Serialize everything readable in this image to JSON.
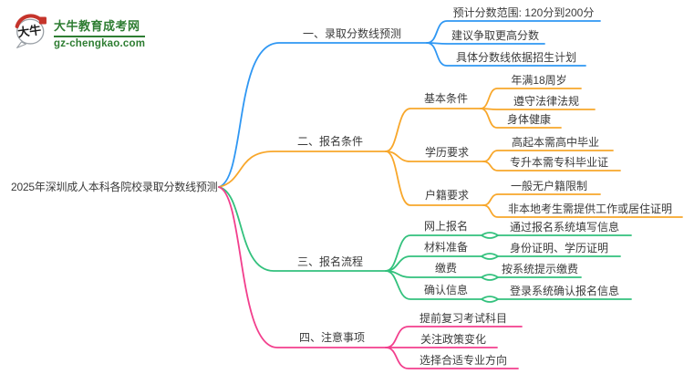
{
  "logo": {
    "icon_text": "大牛",
    "title": "大牛教育成考网",
    "domain": "gz-chengkao.com",
    "brand_green": "#2e7d32",
    "seal_red": "#c5342b"
  },
  "root": {
    "label": "2025年深圳成人本科各院校录取分数线预测"
  },
  "text_color": "#3b3b3b",
  "branches": [
    {
      "label": "一、录取分数线预测",
      "color": "#2f97f3",
      "children": [
        "预计分数范围: 120分到200分",
        "建议争取更高分数",
        "具体分数线依据招生计划"
      ]
    },
    {
      "label": "二、报名条件",
      "color": "#f8a72b",
      "children": [
        {
          "label": "基本条件",
          "children": [
            "年满18周岁",
            "遵守法律法规",
            "身体健康"
          ]
        },
        {
          "label": "学历要求",
          "children": [
            "高起本需高中毕业",
            "专升本需专科毕业证"
          ]
        },
        {
          "label": "户籍要求",
          "children": [
            "一般无户籍限制",
            "非本地考生需提供工作或居住证明"
          ]
        }
      ]
    },
    {
      "label": "三、报名流程",
      "color": "#33c17d",
      "children": [
        {
          "label": "网上报名",
          "children": [
            "通过报名系统填写信息"
          ]
        },
        {
          "label": "材料准备",
          "children": [
            "身份证明、学历证明"
          ]
        },
        {
          "label": "缴费",
          "children": [
            "按系统提示缴费"
          ]
        },
        {
          "label": "确认信息",
          "children": [
            "登录系统确认报名信息"
          ]
        }
      ]
    },
    {
      "label": "四、注意事项",
      "color": "#f23f8d",
      "children": [
        "提前复习考试科目",
        "关注政策变化",
        "选择合适专业方向"
      ]
    }
  ]
}
